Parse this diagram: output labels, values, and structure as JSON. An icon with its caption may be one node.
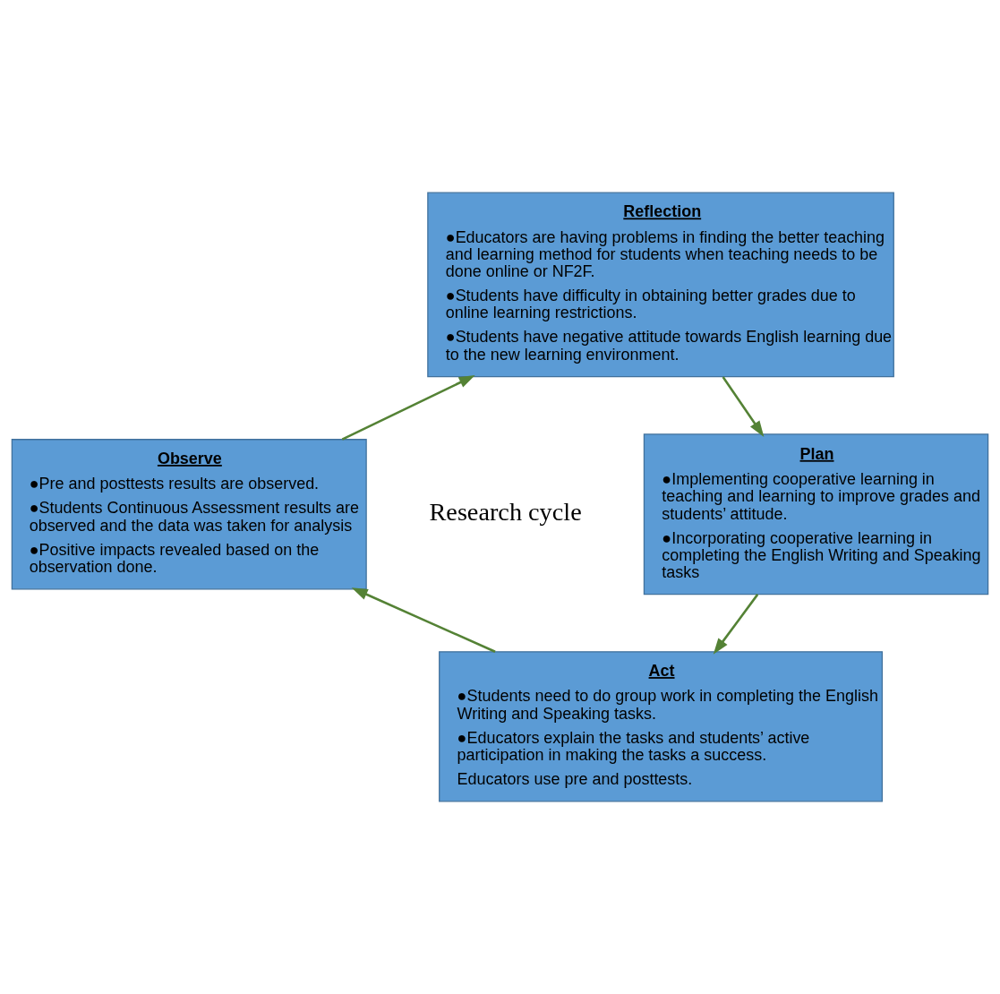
{
  "diagram": {
    "nodes": [
      {
        "text": [
          "Reflection",
          "●Educators are having problems in finding the better teaching and learning method for students when teaching needs to be done online or NF2F.",
          "●Students have difficulty in obtaining better grades due to online learning restrictions.",
          "●Students have negative attitude towards English learning due to the new learning environment."
        ]
      },
      {
        "text": [
          "Plan",
          "●Implementing cooperative learning in teaching and learning to improve grades and students’ attitude.",
          "●Incorporating cooperative learning in completing the English Writing and Speaking tasks"
        ]
      },
      {
        "text": [
          "Act",
          "●Students need to do group work in completing the English Writing and Speaking tasks.",
          "●Educators explain the tasks and students’ active participation in making the tasks a success.",
          "Educators use pre and posttests."
        ]
      },
      {
        "text": [
          "Observe",
          "●Pre and posttests results are observed.",
          "●Students Continuous Assessment results are observed and the data was taken for analysis",
          "●Positive impacts revealed based on the observation done."
        ]
      }
    ],
    "edges": [
      {
        "from": 0,
        "to": 1,
        "arrow": "to",
        "color": "#548235"
      },
      {
        "from": 1,
        "to": 2,
        "arrow": "to",
        "color": "#548235"
      },
      {
        "from": 2,
        "to": 3,
        "arrow": "to",
        "color": "#548235"
      },
      {
        "from": 3,
        "to": 0,
        "arrow": "to",
        "color": "#548235"
      }
    ],
    "labels": [
      "Research cycle"
    ]
  }
}
